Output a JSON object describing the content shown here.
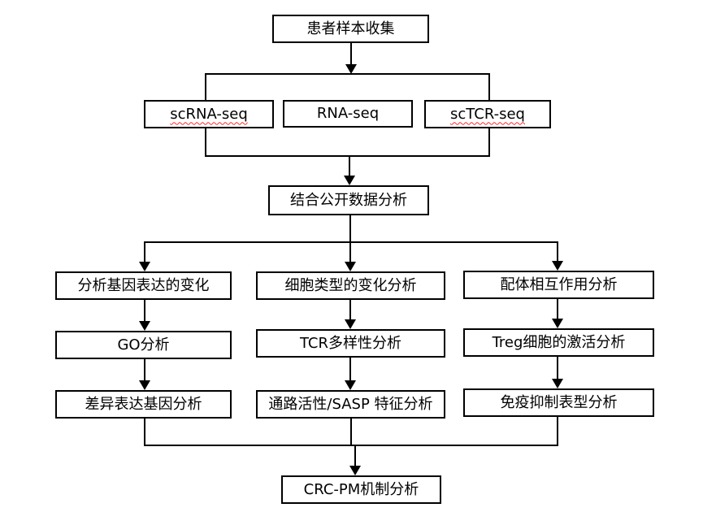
{
  "diagram": {
    "type": "flowchart",
    "background_color": "#ffffff",
    "line_color": "#000000",
    "box_border_color": "#000000",
    "spellcheck_underline_color": "#ff2a2a"
  },
  "nodes": {
    "patient": {
      "label": "患者样本收集"
    },
    "scrna": {
      "label": "scRNA-seq"
    },
    "rna": {
      "label": "RNA-seq"
    },
    "sctcr": {
      "label": "scTCR-seq"
    },
    "public": {
      "label": "结合公开数据分析"
    },
    "gene": {
      "label": "分析基因表达的变化"
    },
    "cell": {
      "label": "细胞类型的变化分析"
    },
    "ligand": {
      "label": "配体相互作用分析"
    },
    "go": {
      "label": "GO分析"
    },
    "tcr": {
      "label": "TCR多样性分析"
    },
    "treg": {
      "label": "Treg细胞的激活分析"
    },
    "deg": {
      "label": "差异表达基因分析"
    },
    "sasp": {
      "label": "通路活性/SASP 特征分析"
    },
    "immune": {
      "label": "免疫抑制表型分析"
    },
    "crcpm": {
      "label": "CRC-PM机制分析"
    }
  },
  "edges": [
    "患者样本收集 -> {scRNA-seq, RNA-seq, scTCR-seq}",
    "{scRNA-seq, RNA-seq, scTCR-seq} -> 结合公开数据分析",
    "结合公开数据分析 -> 分析基因表达的变化",
    "结合公开数据分析 -> 细胞类型的变化分析",
    "结合公开数据分析 -> 配体相互作用分析",
    "分析基因表达的变化 -> GO分析",
    "GO分析 -> 差异表达基因分析",
    "细胞类型的变化分析 -> TCR多样性分析",
    "TCR多样性分析 -> 通路活性/SASP 特征分析",
    "配体相互作用分析 -> Treg细胞的激活分析",
    "Treg细胞的激活分析 -> 免疫抑制表型分析",
    "{差异表达基因分析, 通路活性/SASP 特征分析, 免疫抑制表型分析} -> CRC-PM机制分析"
  ]
}
